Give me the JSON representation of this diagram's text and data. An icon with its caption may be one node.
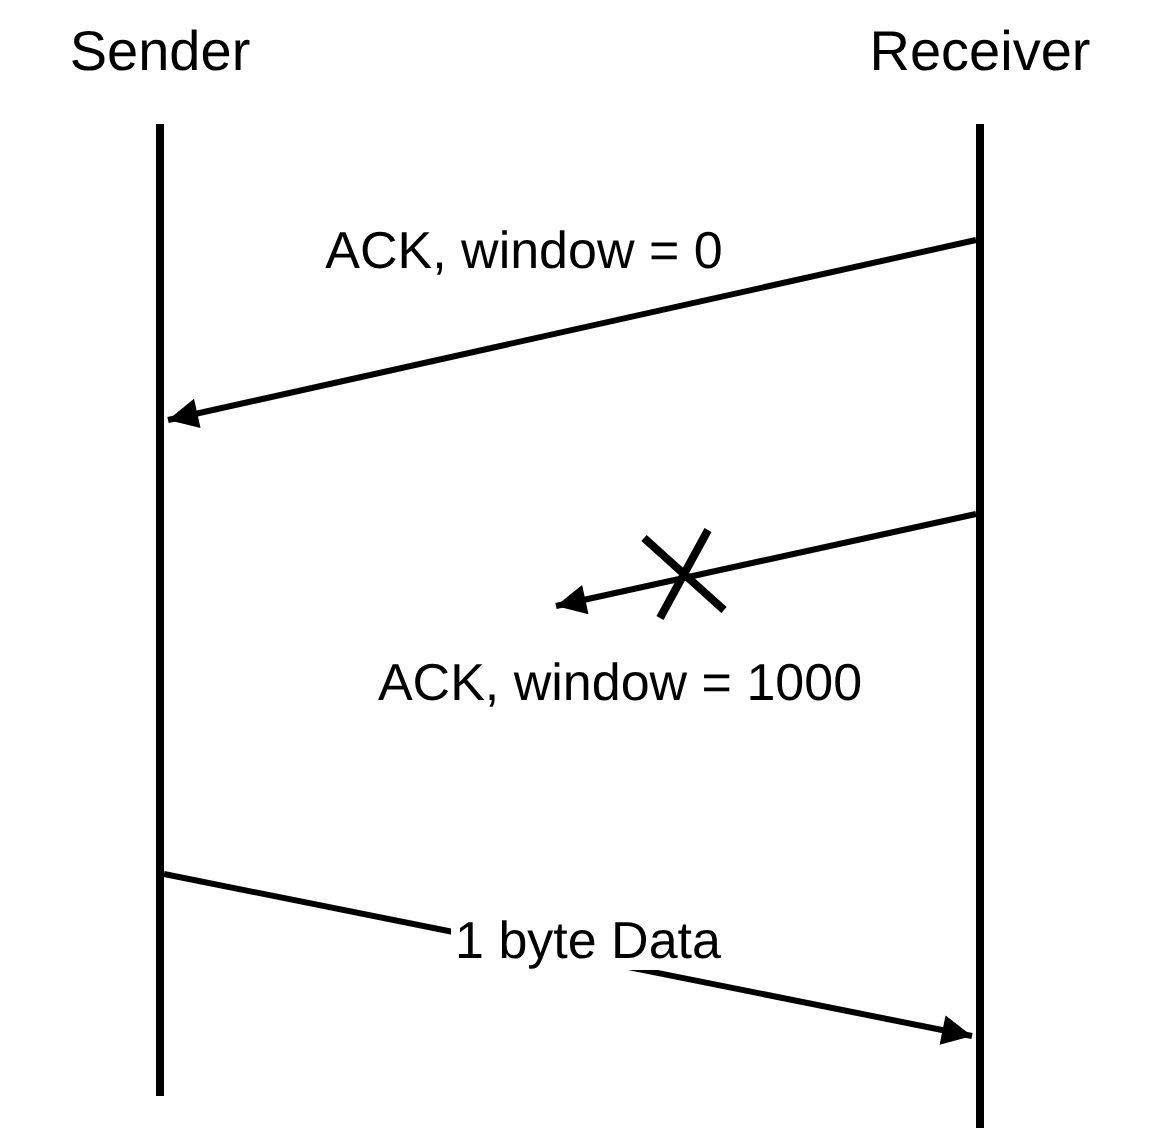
{
  "diagram": {
    "nodes": [
      {
        "text": [
          "Sender"
        ]
      },
      {
        "text": [
          "Receiver"
        ]
      }
    ],
    "edges": [
      {
        "from": 1,
        "to": 0,
        "arrow": "to",
        "label": "ACK, window = 0"
      },
      {
        "from": 1,
        "to": null,
        "arrow": "to",
        "label": "ACK, window = 1000"
      },
      {
        "from": 0,
        "to": 1,
        "arrow": "to",
        "label": "1 byte Data"
      }
    ]
  }
}
